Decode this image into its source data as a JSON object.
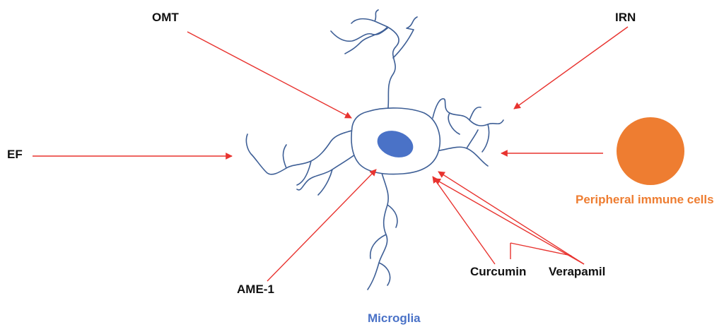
{
  "labels": {
    "omt": "OMT",
    "irn": "IRN",
    "ef": "EF",
    "ame1": "AME-1",
    "curcumin": "Curcumin",
    "verapamil": "Verapamil",
    "peripheral": "Peripheral immune cells",
    "microglia": "Microglia"
  },
  "colors": {
    "arrow": "#e8332f",
    "cell_outline": "#3e5f96",
    "nucleus": "#4a72c7",
    "peripheral_cell": "#ee7d31",
    "peripheral_text": "#ee7d31",
    "microglia_text": "#4a72c7",
    "label_text": "#111111"
  }
}
